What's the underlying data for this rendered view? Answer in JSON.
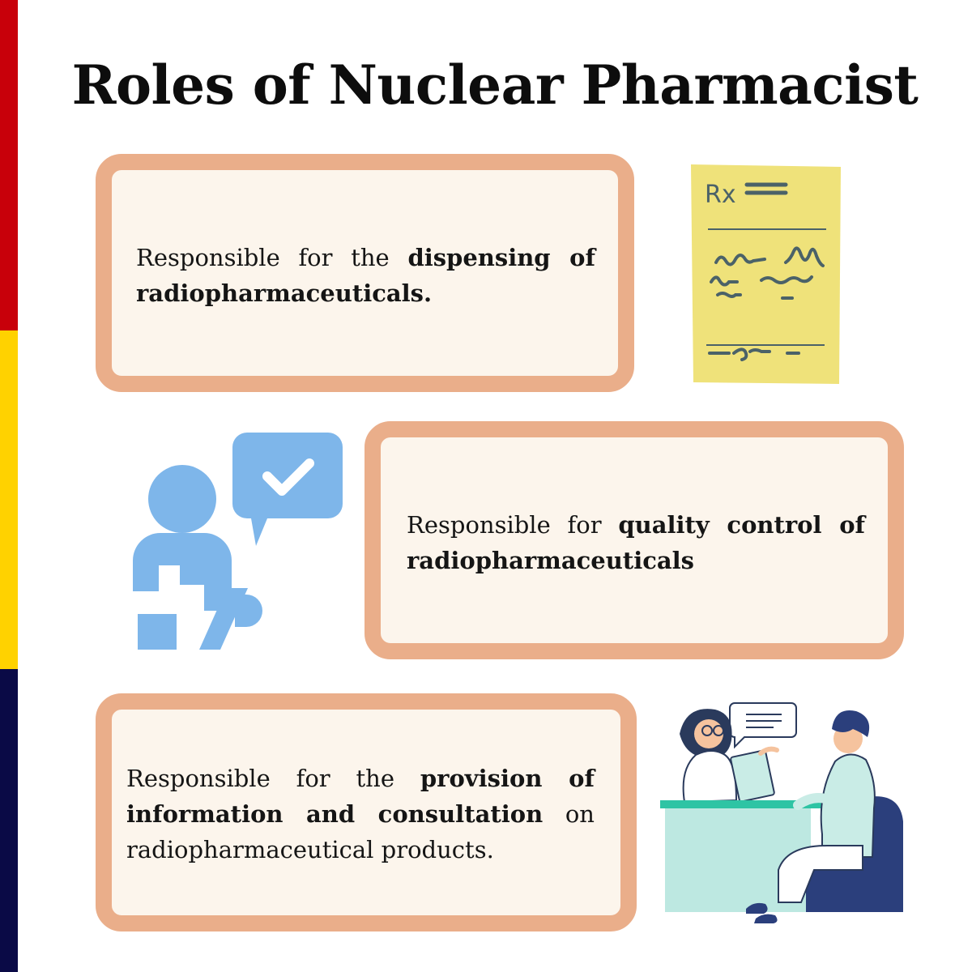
{
  "title": "Roles of Nuclear Pharmacist",
  "colors": {
    "stripe_red": "#c8000a",
    "stripe_yellow": "#ffd200",
    "stripe_navy": "#0a0a46",
    "card_border": "#eaae8a",
    "card_fill": "#fcf5ec",
    "note_yellow": "#efe27a",
    "icon_blue": "#7eb6ea"
  },
  "cards": [
    {
      "prefix": "Responsible for the ",
      "bold": "dispensing of radiopharmaceuticals.",
      "suffix": ""
    },
    {
      "prefix": "Responsible for ",
      "bold": "quality control of radiopharmaceuticals",
      "suffix": ""
    },
    {
      "prefix": "Responsible for the ",
      "bold": "provision of information and consultation",
      "suffix": " on radiopharmaceutical products."
    }
  ],
  "icons": {
    "prescription": "prescription-note-icon",
    "consultation": "person-speech-check-icon",
    "scene": "pharmacist-patient-consultation-illustration"
  },
  "prescription_symbol": "Rx"
}
